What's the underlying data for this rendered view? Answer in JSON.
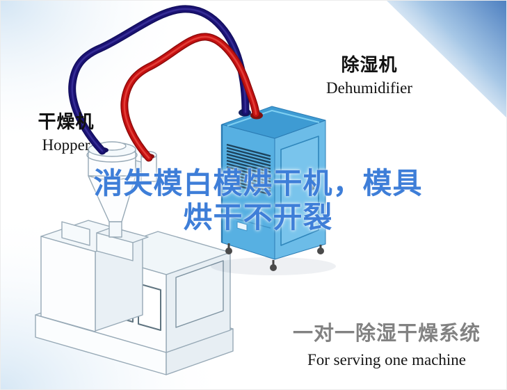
{
  "labels": {
    "hopper_cn": "干燥机",
    "hopper_en": "Hopper",
    "dehumidifier_cn": "除湿机",
    "dehumidifier_en": "Dehumidifier"
  },
  "title": {
    "line1": "消失模白模烘干机，模具",
    "line2": "烘干不开裂"
  },
  "footer": {
    "cn": "一对一除湿干燥系统",
    "en": "For serving one machine"
  },
  "diagram": {
    "machines": [
      "dehumidifier",
      "hopper-cyclone",
      "injection-molding-machine"
    ],
    "pipes": [
      "red-supply-pipe",
      "navy-return-pipe"
    ]
  },
  "colors": {
    "title_blue": "#3e7ed8",
    "footer_gray": "#828282",
    "label_black": "#111111",
    "pipe_red": "#c51111",
    "pipe_navy": "#1b1273",
    "machine_blue": "#57b0e2",
    "corner_blue": "#4d7fc0"
  }
}
